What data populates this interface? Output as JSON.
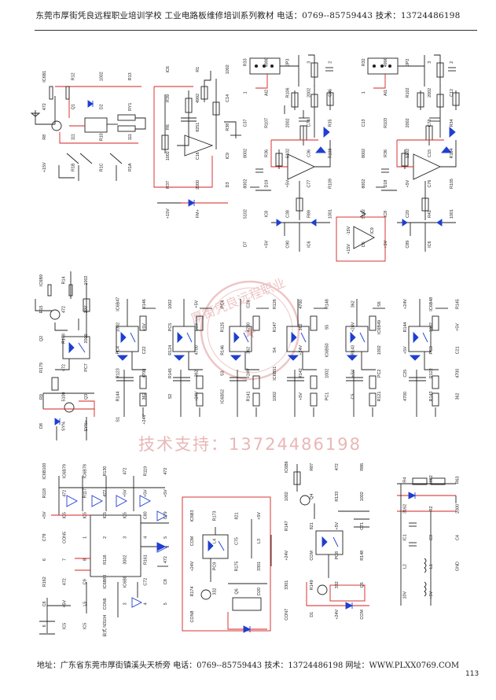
{
  "header": {
    "text": "东莞市厚街凭良远程职业培训学校 工业电路板维修培训系列教材 电话：0769--85759443 技术：13724486198"
  },
  "watermark": {
    "seal_text": "厚街凭良远程职业",
    "support_text": "技术支持：13724486198",
    "color": "#e9b7b7"
  },
  "footer": {
    "text": "地址：广东省东莞市厚街镇溪头天桥旁 电话：0769--85759443 技术：13724486198 网址：WWW.PLXX0769.COM"
  },
  "page_number": "113",
  "colors": {
    "wire_red": "#d42020",
    "wire_dark": "#222222",
    "component_blue": "#1f3fd0",
    "watermark": "#e9b7b7"
  },
  "labels": {
    "top_left": [
      "IC6B1",
      "R12",
      "1002",
      "R13",
      "472",
      "Q1",
      "D2",
      "RY1",
      "R8",
      "111",
      "R10",
      "111",
      "+15V",
      "R1B",
      "R1C",
      "R1A"
    ],
    "top_mid": [
      "IC6",
      "R1",
      "1002",
      "R39",
      "4992",
      "C14",
      "R6",
      "8251",
      "R38",
      "1002",
      "C16",
      "IC9",
      "R37",
      "2000",
      "D3",
      "+15V",
      "FM+"
    ],
    "top_jp3": [
      "R33",
      "4990",
      "JP3",
      "3",
      "2",
      "1",
      "AI2",
      "R106",
      "2002",
      "C35",
      "C37",
      "R107",
      "2002",
      "C74",
      "R35",
      "8002",
      "R36",
      "5102",
      "C36",
      "R108",
      "8002",
      "D19",
      "+5V",
      "C77",
      "R109",
      "5102",
      "IC8",
      "C38",
      "R89",
      "1001",
      "D7",
      "+5V",
      "C90",
      "IC6"
    ],
    "top_jp2": [
      "R32",
      "4990",
      "JP2",
      "3",
      "2",
      "1",
      "AI1",
      "R102",
      "2002",
      "C12",
      "C13",
      "R103",
      "2002",
      "C73",
      "R34",
      "8002",
      "R36",
      "5102",
      "C15",
      "R104",
      "8002",
      "D18",
      "+5V",
      "C76",
      "R105",
      "5102",
      "IC8",
      "C20",
      "R41",
      "1001",
      "D5",
      "+5V",
      "C89",
      "IC6"
    ],
    "top_ic9": [
      "-15V",
      "IC9",
      "+15V"
    ],
    "mid_left": [
      "IC6B9",
      "R14",
      "1002",
      "R15",
      "472",
      "10V",
      "Q2",
      "R178",
      "2000",
      "R179",
      "472",
      "PC7",
      "R9",
      "5100",
      "Q3",
      "D8",
      "SYN-",
      "SYN+"
    ],
    "mid_pc": [
      "IC6B47",
      "R146",
      "1002",
      "+5V",
      "PC6",
      "C24",
      "R126",
      "4700",
      "R148",
      "362",
      "S6",
      "+24V",
      "IC6B48",
      "R145",
      "1002",
      "+5V",
      "PC5",
      "C23",
      "R125",
      "4700",
      "R147",
      "362",
      "S5",
      "+24V",
      "IC6B49",
      "R144",
      "1002",
      "+5V",
      "PC4",
      "C22",
      "R124",
      "4700",
      "R146",
      "362",
      "S4",
      "+24V",
      "IC6B50",
      "R143",
      "1002",
      "+5V",
      "PC3",
      "C21",
      "R123",
      "4700",
      "R145",
      "362",
      "S3",
      "+24V",
      "IC6B51",
      "R142",
      "1002",
      "+5V",
      "PC2",
      "C25",
      "R122",
      "4700",
      "R144",
      "362",
      "S2",
      "+24V",
      "IC6B52",
      "R141",
      "1002",
      "+5V",
      "PC1",
      "C5",
      "R121",
      "4700",
      "R143",
      "362",
      "S1",
      "+24V"
    ],
    "bot_left": [
      "IC6B100",
      "IC6B79",
      "IC6B78",
      "R130",
      "472",
      "R119",
      "472",
      "R118",
      "472",
      "R117",
      "472",
      "+5V",
      "+5V",
      "+5V",
      "+5V",
      "IC5",
      "IC5",
      "IC5",
      "IC5",
      "C80",
      "C79",
      "C78",
      "CON5",
      "1",
      "2",
      "3",
      "4",
      "5",
      "6",
      "7",
      "8",
      "R116",
      "3002",
      "R161",
      "472",
      "R162",
      "472",
      "C9",
      "IC6B80",
      "IC6B8",
      "C72",
      "C8",
      "C6",
      "+5V",
      "L5",
      "CON6",
      "3",
      "4",
      "5",
      "6",
      "IC5",
      "IC5",
      "台式 N3104"
    ],
    "bot_mid": [
      "IC6B3",
      "R173",
      "821",
      "+5V",
      "COM",
      "L4",
      "C75",
      "L3",
      "+24V",
      "PC9",
      "R175",
      "3301",
      "R174",
      "332",
      "Q6",
      "D20",
      "CON8"
    ],
    "bot_mid2": [
      "IC6B6",
      "R87",
      "472",
      "R86",
      "1002",
      "Q4",
      "R133",
      "1002",
      "R147",
      "821",
      "+5V",
      "C71",
      "+24V",
      "COM",
      "PC8",
      "R148",
      "3301",
      "R149",
      "332",
      "Q5",
      "CON7",
      "D1",
      "+24V",
      "COM"
    ],
    "bot_right": [
      "R4",
      "1002",
      "R63",
      "3162",
      "R2",
      "2000",
      "IC1",
      "C3",
      "C4",
      "L2",
      "L1",
      "GND",
      "10V",
      "+5V"
    ]
  }
}
